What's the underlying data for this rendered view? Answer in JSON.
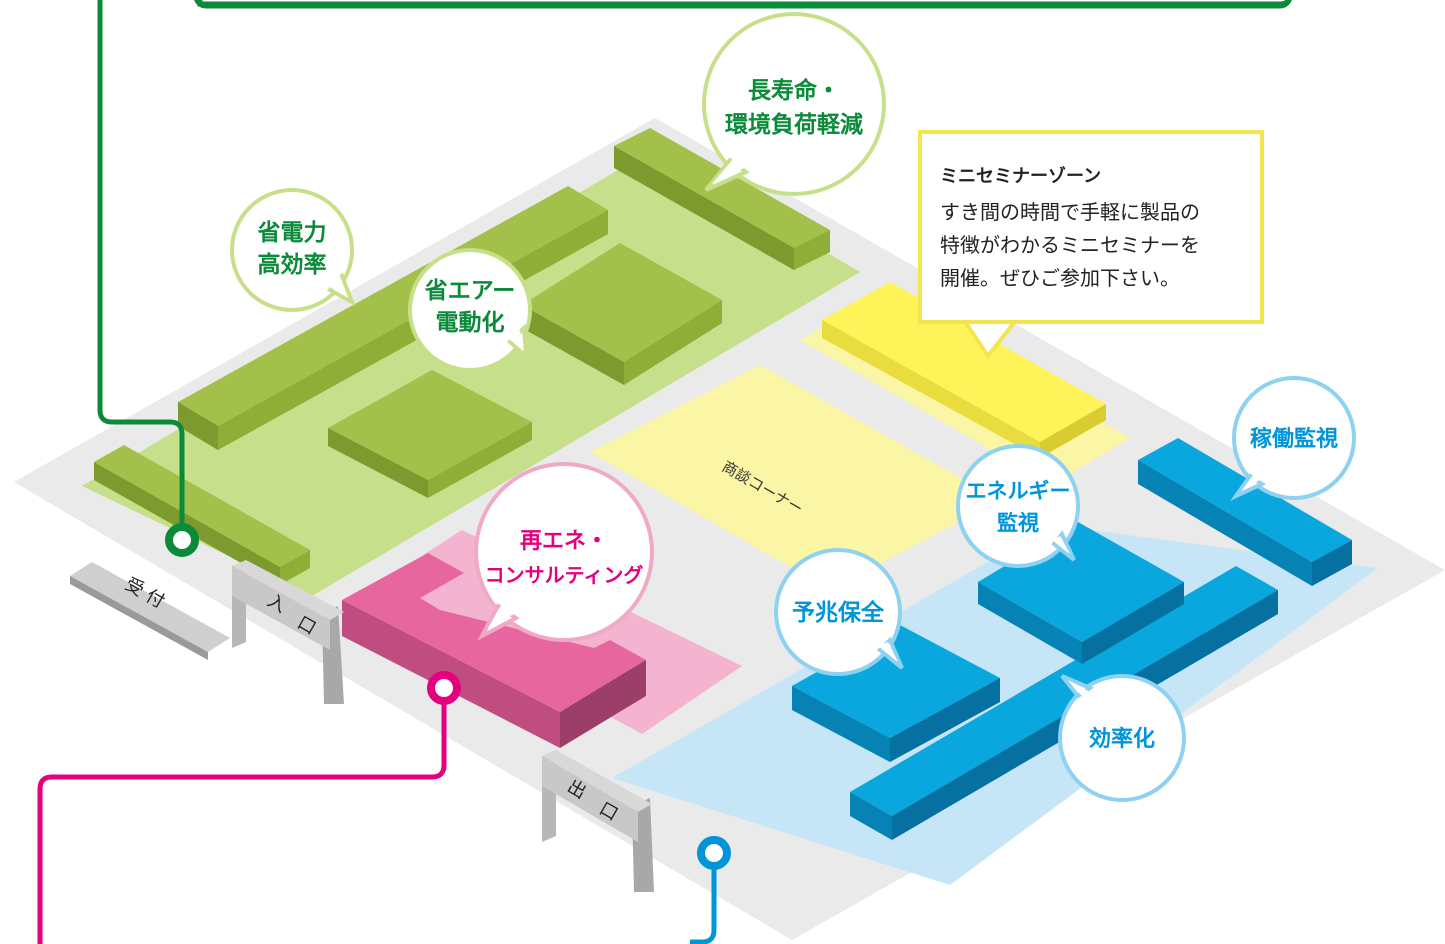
{
  "zones": {
    "lounge_label": "商談コーナー"
  },
  "signs": {
    "reception": "受 付",
    "entrance_1": "入",
    "entrance_2": "口",
    "exit_1": "出",
    "exit_2": "口"
  },
  "bubbles": {
    "energy_saving": [
      "省電力",
      "高効率"
    ],
    "air_saving": [
      "省エアー",
      "電動化"
    ],
    "long_life": [
      "長寿命・",
      "環境負荷軽減"
    ],
    "renewable": [
      "再エネ・",
      "コンサルティング"
    ],
    "predictive": [
      "予兆保全"
    ],
    "energy_monitor": [
      "エネルギー",
      "監視"
    ],
    "operation_monitor": [
      "稼働監視"
    ],
    "efficiency": [
      "効率化"
    ]
  },
  "seminar": {
    "title": "ミニセミナーゾーン",
    "body_lines": [
      "すき間の時間で手軽に製品の",
      "特徴がわかるミニセミナーを",
      "開催。ぜひご参加下さい。"
    ]
  },
  "colors": {
    "green_line": "#0b8a3a",
    "green_block": "#a3c14a",
    "green_zone": "#c5df8a",
    "pink_line": "#e4007f",
    "pink_block": "#e8669e",
    "pink_zone": "#f4b3cf",
    "blue_line": "#0094d8",
    "blue_block": "#0aa6de",
    "blue_zone": "#c6e6f8",
    "yellow_block": "#fff35a",
    "yellow_zone": "#fbf5a6",
    "floor": "#eaeaea"
  }
}
